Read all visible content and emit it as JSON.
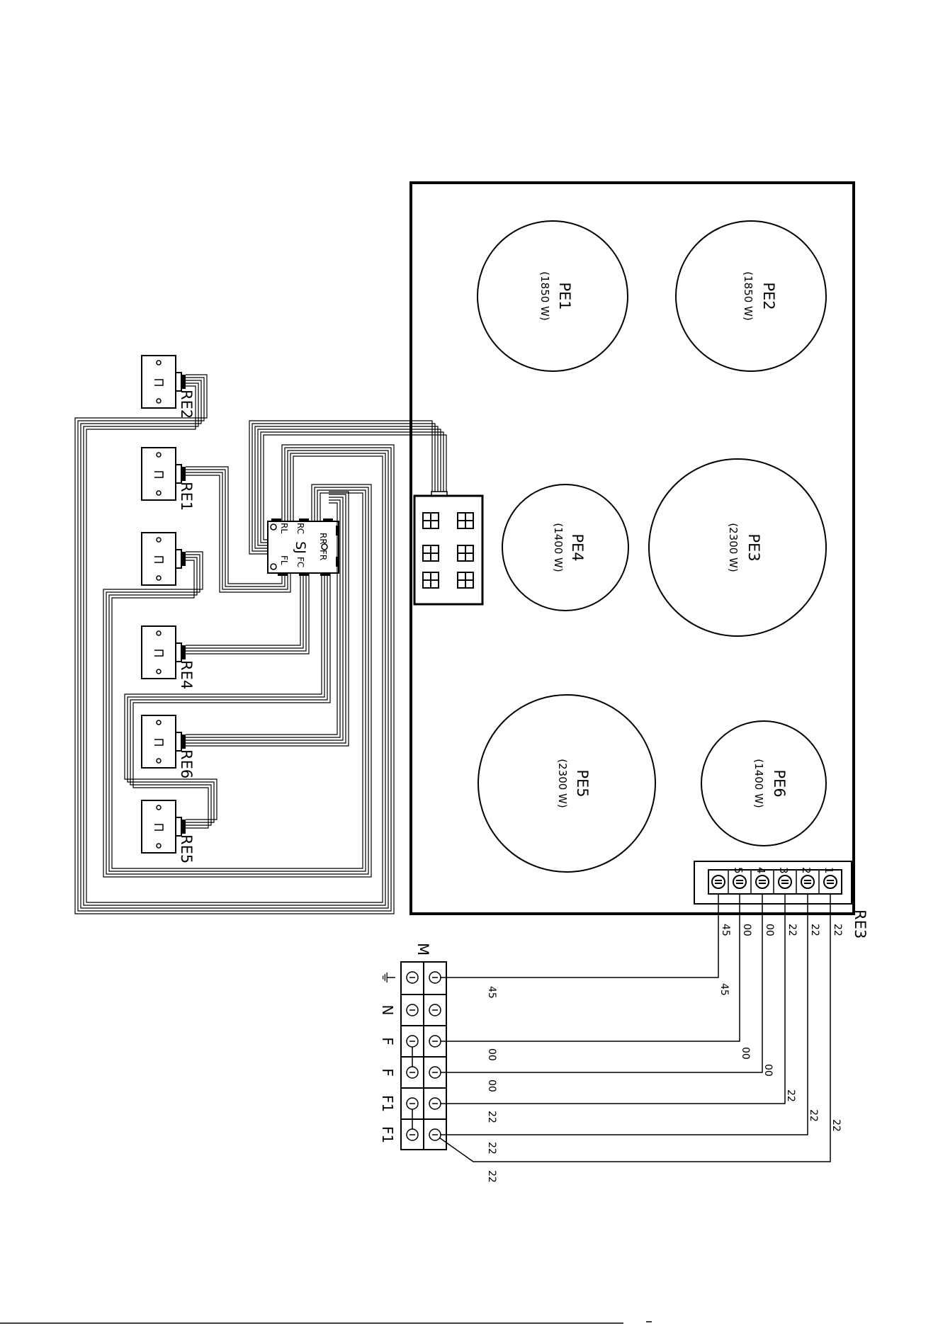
{
  "hob_zones": [
    {
      "id": "PE1",
      "power": "(1850 W)"
    },
    {
      "id": "PE2",
      "power": "(1850 W)"
    },
    {
      "id": "PE4",
      "power": "(1400 W)"
    },
    {
      "id": "PE3",
      "power": "(2300 W)"
    },
    {
      "id": "PE5",
      "power": "(2300 W)"
    },
    {
      "id": "PE6",
      "power": "(1400 W)"
    }
  ],
  "regulators": [
    "RE2",
    "RE1",
    "RE3",
    "RE4",
    "RE6",
    "RE5"
  ],
  "switch_box": {
    "label": "SJ",
    "pins": [
      "RR",
      "RC",
      "RL",
      "FR",
      "FC",
      "FL"
    ]
  },
  "hob_terminal_numbers": [
    "5",
    "4",
    "3",
    "2",
    "1"
  ],
  "main_terminal": {
    "label": "M",
    "rows": [
      "⏚",
      "N",
      "F",
      "F",
      "F1",
      "F1"
    ]
  },
  "wire_codes": {
    "at_hob_terminals": [
      "45",
      "00",
      "00",
      "22",
      "22",
      "22"
    ],
    "near_hob": [
      "45",
      "00",
      "00",
      "22",
      "22",
      "22"
    ],
    "near_main": [
      "45",
      "00",
      "00",
      "22",
      "22",
      "22"
    ]
  }
}
